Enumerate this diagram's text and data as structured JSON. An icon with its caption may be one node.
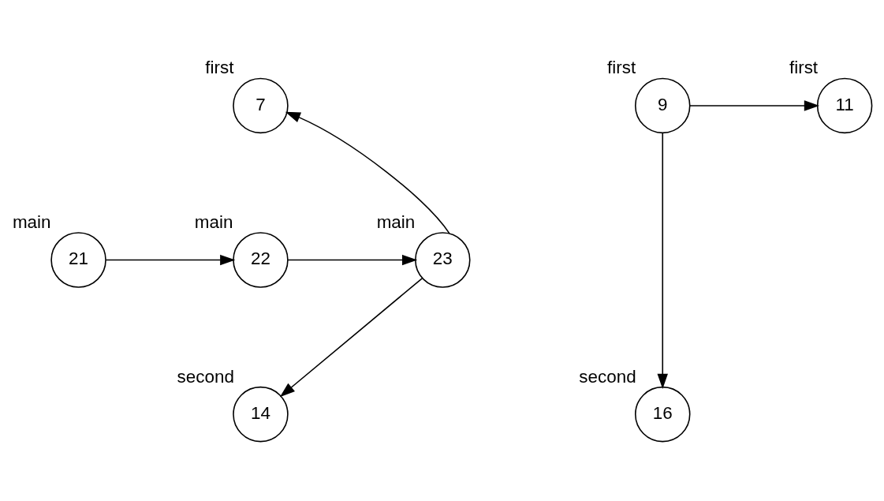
{
  "diagram": {
    "nodes": [
      {
        "text": [
          "7"
        ],
        "beside": [
          "first"
        ]
      },
      {
        "text": [
          "9"
        ],
        "beside": [
          "first"
        ]
      },
      {
        "text": [
          "11"
        ],
        "beside": [
          "first"
        ]
      },
      {
        "text": [
          "21"
        ],
        "beside": [
          "main"
        ]
      },
      {
        "text": [
          "22"
        ],
        "beside": [
          "main"
        ]
      },
      {
        "text": [
          "23"
        ],
        "beside": [
          "main"
        ]
      },
      {
        "text": [
          "14"
        ],
        "beside": [
          "second"
        ]
      },
      {
        "text": [
          "16"
        ],
        "beside": [
          "second"
        ]
      }
    ],
    "edges": [
      {
        "from": 3,
        "to": 4,
        "arrow": "to"
      },
      {
        "from": 4,
        "to": 5,
        "arrow": "to"
      },
      {
        "from": 5,
        "to": 0,
        "arrow": "to"
      },
      {
        "from": 5,
        "to": 6,
        "arrow": "to"
      },
      {
        "from": 1,
        "to": 2,
        "arrow": "to"
      },
      {
        "from": 1,
        "to": 7,
        "arrow": "to"
      }
    ]
  }
}
